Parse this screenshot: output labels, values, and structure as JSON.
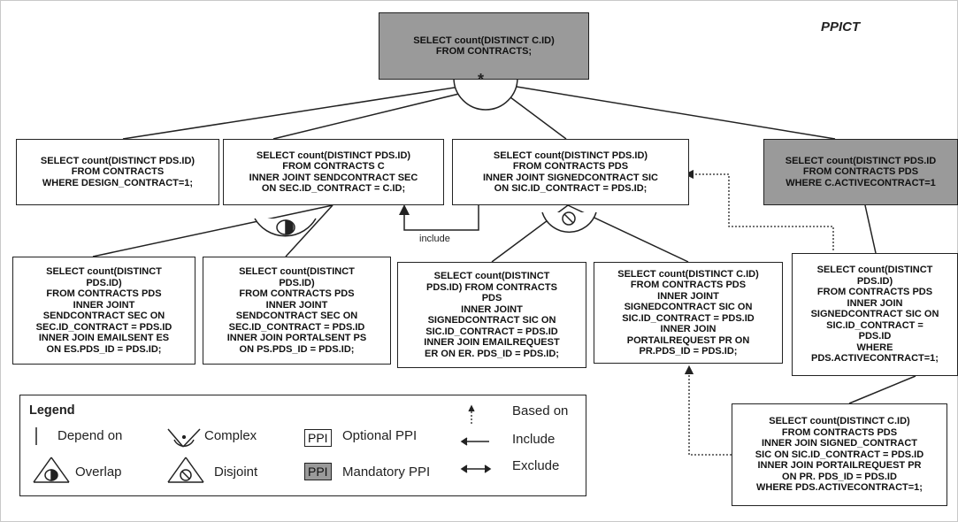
{
  "diagram_title": "PPICT",
  "root": {
    "text": "SELECT count(DISTINCT C.ID)\nFROM CONTRACTS;",
    "type": "mandatory"
  },
  "level1": [
    {
      "text": "SELECT count(DISTINCT PDS.ID)\nFROM CONTRACTS\nWHERE DESIGN_CONTRACT=1;",
      "type": "optional"
    },
    {
      "text": "SELECT count(DISTINCT PDS.ID)\nFROM CONTRACTS C\nINNER JOINT SENDCONTRACT SEC\nON SEC.ID_CONTRACT = C.ID;",
      "type": "optional"
    },
    {
      "text": "SELECT count(DISTINCT PDS.ID)\nFROM CONTRACTS PDS\nINNER JOINT SIGNEDCONTRACT SIC\nON SIC.ID_CONTRACT = PDS.ID;",
      "type": "optional"
    },
    {
      "text": "SELECT count(DISTINCT PDS.ID\nFROM CONTRACTS PDS\nWHERE C.ACTIVECONTRACT=1",
      "type": "mandatory"
    }
  ],
  "level2": [
    {
      "text": "SELECT count(DISTINCT\nPDS.ID)\nFROM CONTRACTS PDS\nINNER JOINT\nSENDCONTRACT SEC ON\nSEC.ID_CONTRACT = PDS.ID\nINNER JOIN EMAILSENT ES\nON ES.PDS_ID = PDS.ID;",
      "type": "optional"
    },
    {
      "text": "SELECT count(DISTINCT\nPDS.ID)\nFROM CONTRACTS PDS\nINNER JOINT\nSENDCONTRACT SEC ON\nSEC.ID_CONTRACT = PDS.ID\nINNER JOIN PORTALSENT PS\nON PS.PDS_ID = PDS.ID;",
      "type": "optional"
    },
    {
      "text": "SELECT count(DISTINCT\nPDS.ID)  FROM CONTRACTS\nPDS\nINNER JOINT\nSIGNEDCONTRACT SIC ON\nSIC.ID_CONTRACT = PDS.ID\nINNER JOIN EMAILREQUEST\nER ON ER. PDS_ID = PDS.ID;",
      "type": "optional"
    },
    {
      "text": "SELECT count(DISTINCT C.ID)\nFROM CONTRACTS PDS\nINNER JOINT\nSIGNEDCONTRACT SIC ON\nSIC.ID_CONTRACT = PDS.ID\nINNER JOIN\nPORTAILREQUEST PR ON\nPR.PDS_ID = PDS.ID;",
      "type": "optional"
    },
    {
      "text": "SELECT count(DISTINCT\nPDS.ID)\nFROM CONTRACTS PDS\nINNER JOIN\nSIGNEDCONTRACT SIC ON\nSIC.ID_CONTRACT =\nPDS.ID\nWHERE\nPDS.ACTIVECONTRACT=1;",
      "type": "optional"
    }
  ],
  "level3": [
    {
      "text": "SELECT count(DISTINCT C.ID)\nFROM CONTRACTS PDS\nINNER JOIN SIGNED_CONTRACT\nSIC ON SIC.ID_CONTRACT = PDS.ID\nINNER JOIN PORTAILREQUEST PR\nON PR. PDS_ID = PDS.ID\nWHERE PDS.ACTIVECONTRACT=1;",
      "type": "optional"
    }
  ],
  "relations": {
    "include_label": "include",
    "complex_symbol": "*"
  },
  "legend": {
    "title": "Legend",
    "depend_on": "Depend on",
    "complex": "Complex",
    "optional_ppi": "Optional PPI",
    "ppi_chip": "PPI",
    "include": "Include",
    "based_on": "Based on",
    "overlap": "Overlap",
    "disjoint": "Disjoint",
    "mandatory_ppi": "Mandatory PPI",
    "exclude": "Exclude"
  },
  "colors": {
    "mandatory_fill": "#9a9a9a",
    "optional_fill": "#ffffff",
    "stroke": "#222222"
  }
}
